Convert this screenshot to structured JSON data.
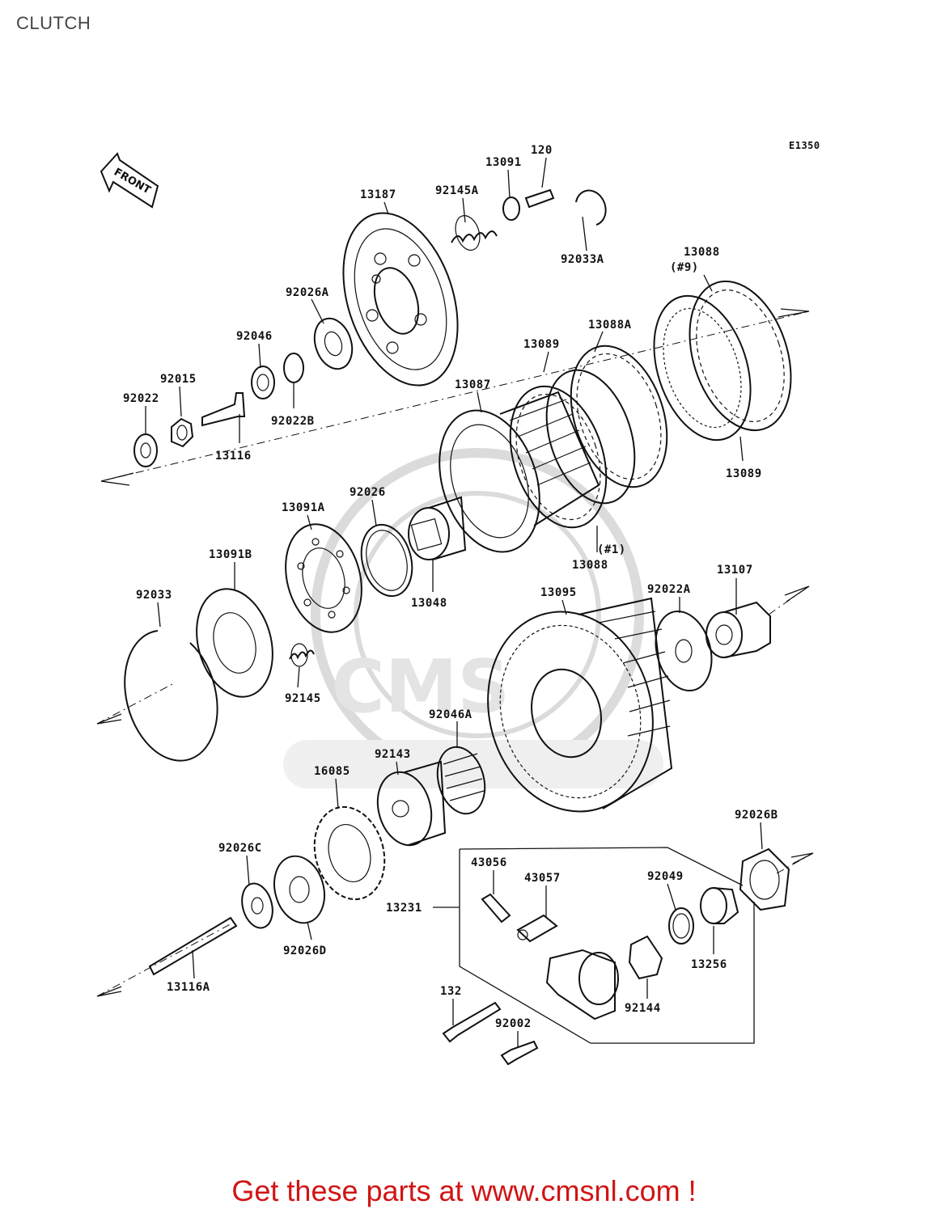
{
  "title": "CLUTCH",
  "diagram_code": "E1350",
  "front_label": "FRONT",
  "footer_text": "Get these parts at www.cmsnl.com !",
  "watermark_text": "CMS",
  "part_labels": [
    "13187",
    "92145A",
    "13091",
    "120",
    "92033A",
    "92026A",
    "92046",
    "92015",
    "92022",
    "13116",
    "92022B",
    "13088",
    "(#9)",
    "13088A",
    "13089",
    "13087",
    "13089",
    "(#1)",
    "13088",
    "13091A",
    "92026",
    "13091B",
    "13048",
    "92033",
    "92145",
    "13095",
    "92022A",
    "13107",
    "92046A",
    "92143",
    "16085",
    "92026C",
    "92026D",
    "13116A",
    "92026B",
    "43056",
    "43057",
    "92049",
    "13231",
    "13256",
    "92144",
    "132",
    "92002"
  ]
}
